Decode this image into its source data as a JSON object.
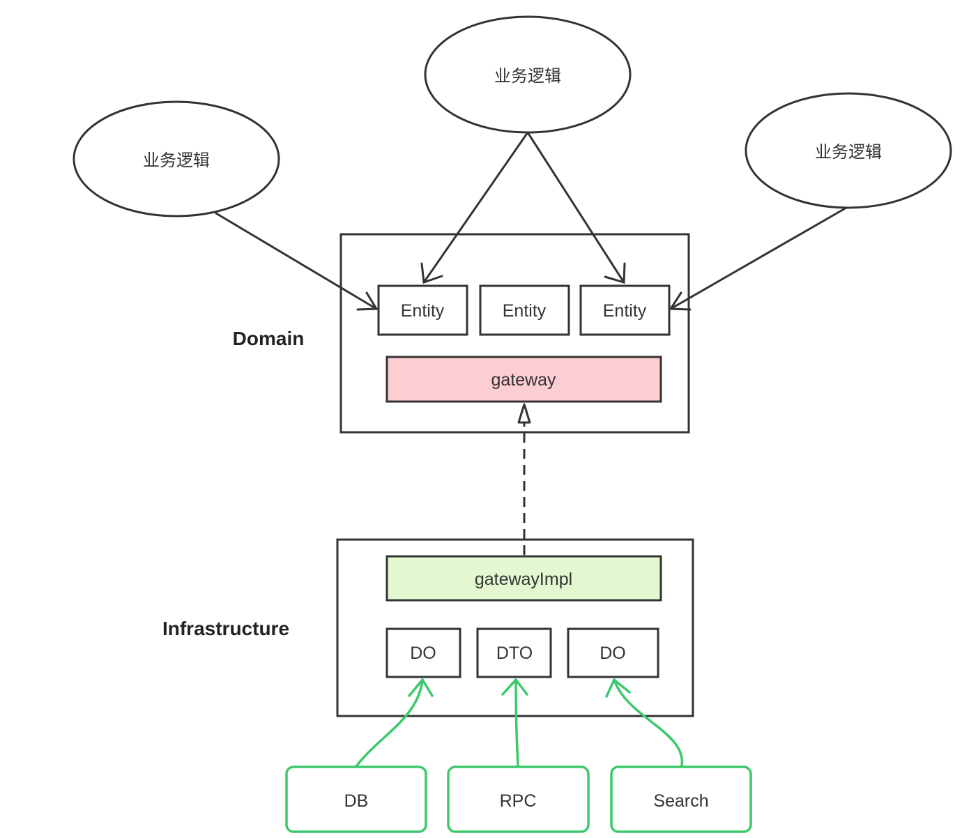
{
  "business_nodes": [
    {
      "label": "业务逻辑"
    },
    {
      "label": "业务逻辑"
    },
    {
      "label": "业务逻辑"
    }
  ],
  "domain": {
    "label": "Domain",
    "entities": [
      "Entity",
      "Entity",
      "Entity"
    ],
    "gateway": "gateway"
  },
  "infrastructure": {
    "label": "Infrastructure",
    "gateway_impl": "gatewayImpl",
    "objects": [
      "DO",
      "DTO",
      "DO"
    ]
  },
  "sources": [
    "DB",
    "RPC",
    "Search"
  ],
  "colors": {
    "stroke": "#333333",
    "gateway_fill": "#fccdd2",
    "gateway_impl_fill": "#e3f8d0",
    "source_stroke": "#3dc86b"
  }
}
